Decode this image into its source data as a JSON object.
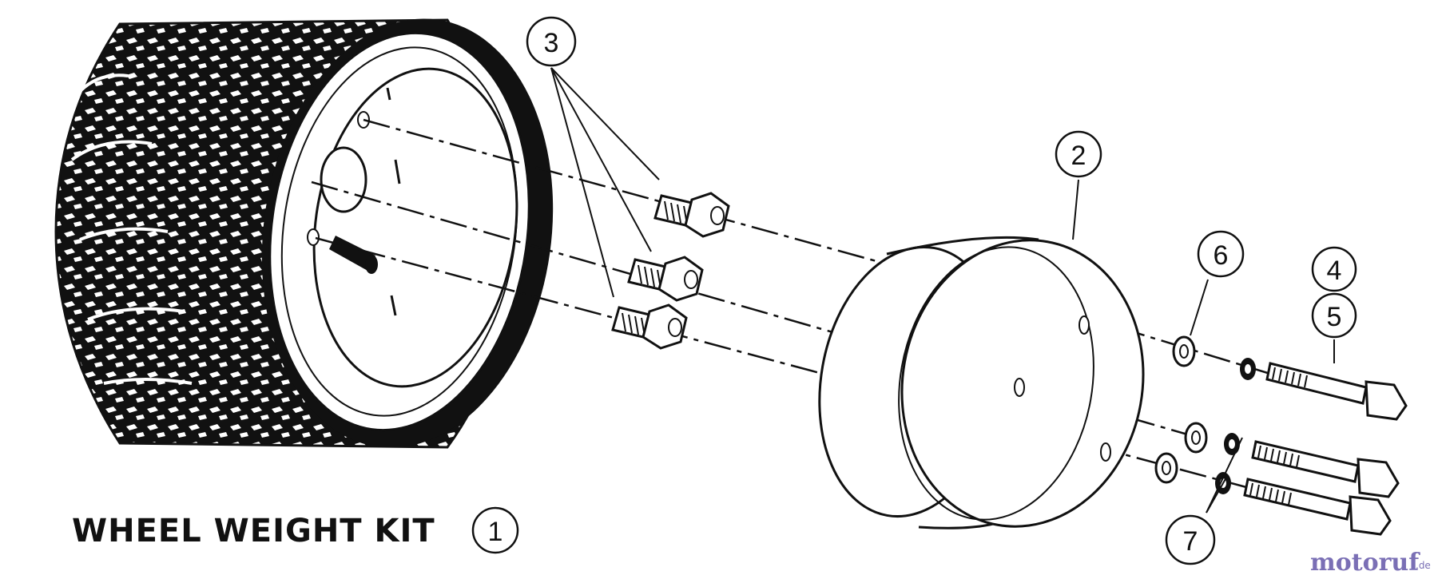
{
  "diagram": {
    "title": "WHEEL WEIGHT KIT",
    "title_callout": "1",
    "callouts": [
      "2",
      "3",
      "4",
      "5",
      "6",
      "7"
    ]
  },
  "watermark": {
    "name": "motoruf",
    "suffix": ".de"
  },
  "colors": {
    "ink": "#111111",
    "paper": "#ffffff",
    "watermark": "#7a6fb5"
  }
}
